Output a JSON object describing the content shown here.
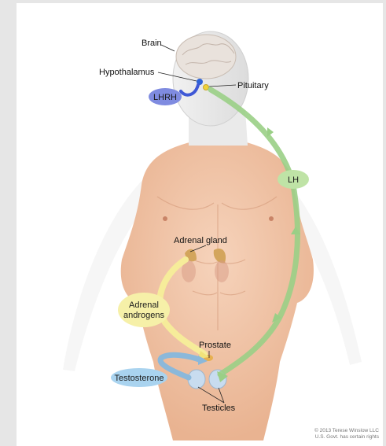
{
  "diagram": {
    "labels": {
      "brain": "Brain",
      "hypothalamus": "Hypothalamus",
      "pituitary": "Pituitary",
      "adrenal_gland": "Adrenal gland",
      "prostate": "Prostate",
      "testicles": "Testicles"
    },
    "hormones": {
      "lhrh": "LHRH",
      "lh": "LH",
      "adrenal_androgens_line1": "Adrenal",
      "adrenal_androgens_line2": "androgens",
      "testosterone": "Testosterone"
    },
    "credit": {
      "line1": "© 2013 Terese Winslow LLC",
      "line2": "U.S. Govt. has certain rights"
    },
    "colors": {
      "lhrh": "#7f8be0",
      "lh": "#bfe3a6",
      "adrenal_androgens": "#f6f0a8",
      "testosterone": "#a9d3ef",
      "skin": "#f3c6a8"
    }
  }
}
